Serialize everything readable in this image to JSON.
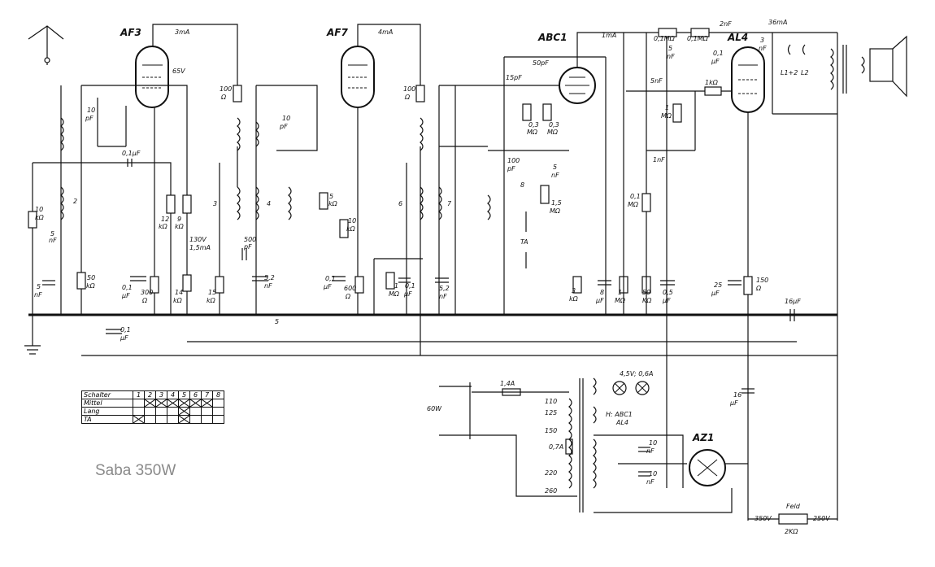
{
  "caption": "Saba 350W",
  "tubes": [
    {
      "name": "AF3",
      "current": "3mA",
      "voltage": "65V"
    },
    {
      "name": "AF7",
      "current": "4mA"
    },
    {
      "name": "ABC1",
      "current": "1mA"
    },
    {
      "name": "AL4",
      "current": "36mA"
    },
    {
      "name": "AZ1"
    }
  ],
  "labels": {
    "c10pF_a": "10",
    "c10pF_a_u": "pF",
    "c01uF_top": "0,1μF",
    "r10k": "10",
    "r10k_u": "kΩ",
    "c5nF_a": "5",
    "c5nF_a_u": "nF",
    "c5nF_b": "5",
    "c5nF_b_u": "nF",
    "r12k": "12",
    "r12k_u": "kΩ",
    "r9k": "9",
    "r9k_u": "kΩ",
    "c01uF_b": "0,1",
    "c01uF_b_u": "μF",
    "r300": "300",
    "r300_u": "Ω",
    "r14k": "14",
    "r14k_u": "kΩ",
    "v130": "130V",
    "i15": "1,5mA",
    "r15k": "15",
    "r15k_u": "kΩ",
    "r50k": "50",
    "r50k_u": "kΩ",
    "c01uF_c": "0,1",
    "c01uF_c_u": "μF",
    "r100a": "100",
    "r100a_u": "Ω",
    "c500pF": "500",
    "c500pF_u": "pF",
    "c52nF_a": "5,2",
    "c52nF_a_u": "nF",
    "c10pF_b": "10",
    "c10pF_b_u": "pF",
    "r5k": "5",
    "r5k_u": "kΩ",
    "r10k_b": "10",
    "r10k_b_u": "kΩ",
    "c01uF_d": "0,1",
    "c01uF_d_u": "μF",
    "r600": "600",
    "r600_u": "Ω",
    "r1M_a": "1",
    "r1M_a_u": "MΩ",
    "c01uF_e": "0,1",
    "c01uF_e_u": "μF",
    "r100b": "100",
    "r100b_u": "Ω",
    "c52nF_b": "5,2",
    "c52nF_b_u": "nF",
    "c50pF": "50pF",
    "c15pF": "15pF",
    "r03M_a": "0,3",
    "r03M_a_u": "MΩ",
    "r03M_b": "0,3",
    "r03M_b_u": "MΩ",
    "c100pF": "100",
    "c100pF_u": "pF",
    "c5nF_c": "5",
    "c5nF_c_u": "nF",
    "r15M": "1,5",
    "r15M_u": "MΩ",
    "ta": "TA",
    "r3k": "3",
    "r3k_u": "kΩ",
    "c8uF": "8",
    "c8uF_u": "μF",
    "r1M_b": "1",
    "r1M_b_u": "MΩ",
    "r50k_b": "50",
    "r50k_b_u": "KΩ",
    "c05uF": "0,5",
    "c05uF_u": "μF",
    "r01M_top": "0,1MΩ",
    "r01M_top2": "0,1MΩ",
    "c2nF": "2nF",
    "c5nF_d": "5",
    "c5nF_d_u": "nF",
    "c01uF_f": "0,1",
    "c01uF_f_u": "μF",
    "c3nF": "3",
    "c3nF_u": "nF",
    "c5nF_e": "5nF",
    "r1k": "1kΩ",
    "r1M_c": "1",
    "r1M_c_u": "MΩ",
    "c1nF": "1nF",
    "r01M_c": "0,1",
    "r01M_c_u": "MΩ",
    "l12": "L1+2",
    "l2": "L2",
    "c25uF": "25",
    "c25uF_u": "μF",
    "r150": "150",
    "r150_u": "Ω",
    "c16uF_a": "16μF",
    "c16uF_b": "16",
    "c16uF_b_u": "μF",
    "lamp": "4,5V; 0,6A",
    "fuse": "1,4A",
    "power": "60W",
    "tap110": "110",
    "tap125": "125",
    "tap150": "150",
    "tap220": "220",
    "tap260": "260",
    "fuse2": "0,7A",
    "heater": "H: ABC1",
    "heater2": "AL4",
    "c10nF_a": "10",
    "c10nF_a_u": "nF",
    "c10nF_b": "10",
    "c10nF_b_u": "nF",
    "feld": "Feld",
    "v350": "350V",
    "v250": "250V",
    "r2k": "2KΩ",
    "sw2": "2",
    "sw3": "3",
    "sw4": "4",
    "sw5": "5",
    "sw6": "6",
    "sw7": "7",
    "sw8": "8"
  },
  "switch_table": {
    "header_label": "Schalter",
    "columns": [
      "1",
      "2",
      "3",
      "4",
      "5",
      "6",
      "7",
      "8"
    ],
    "rows": [
      {
        "label": "Mittel",
        "marks": [
          false,
          true,
          true,
          true,
          true,
          true,
          true,
          false
        ]
      },
      {
        "label": "Lang",
        "marks": [
          false,
          false,
          false,
          false,
          true,
          false,
          false,
          false
        ]
      },
      {
        "label": "TA",
        "marks": [
          true,
          false,
          false,
          false,
          true,
          false,
          false,
          false
        ]
      }
    ]
  }
}
